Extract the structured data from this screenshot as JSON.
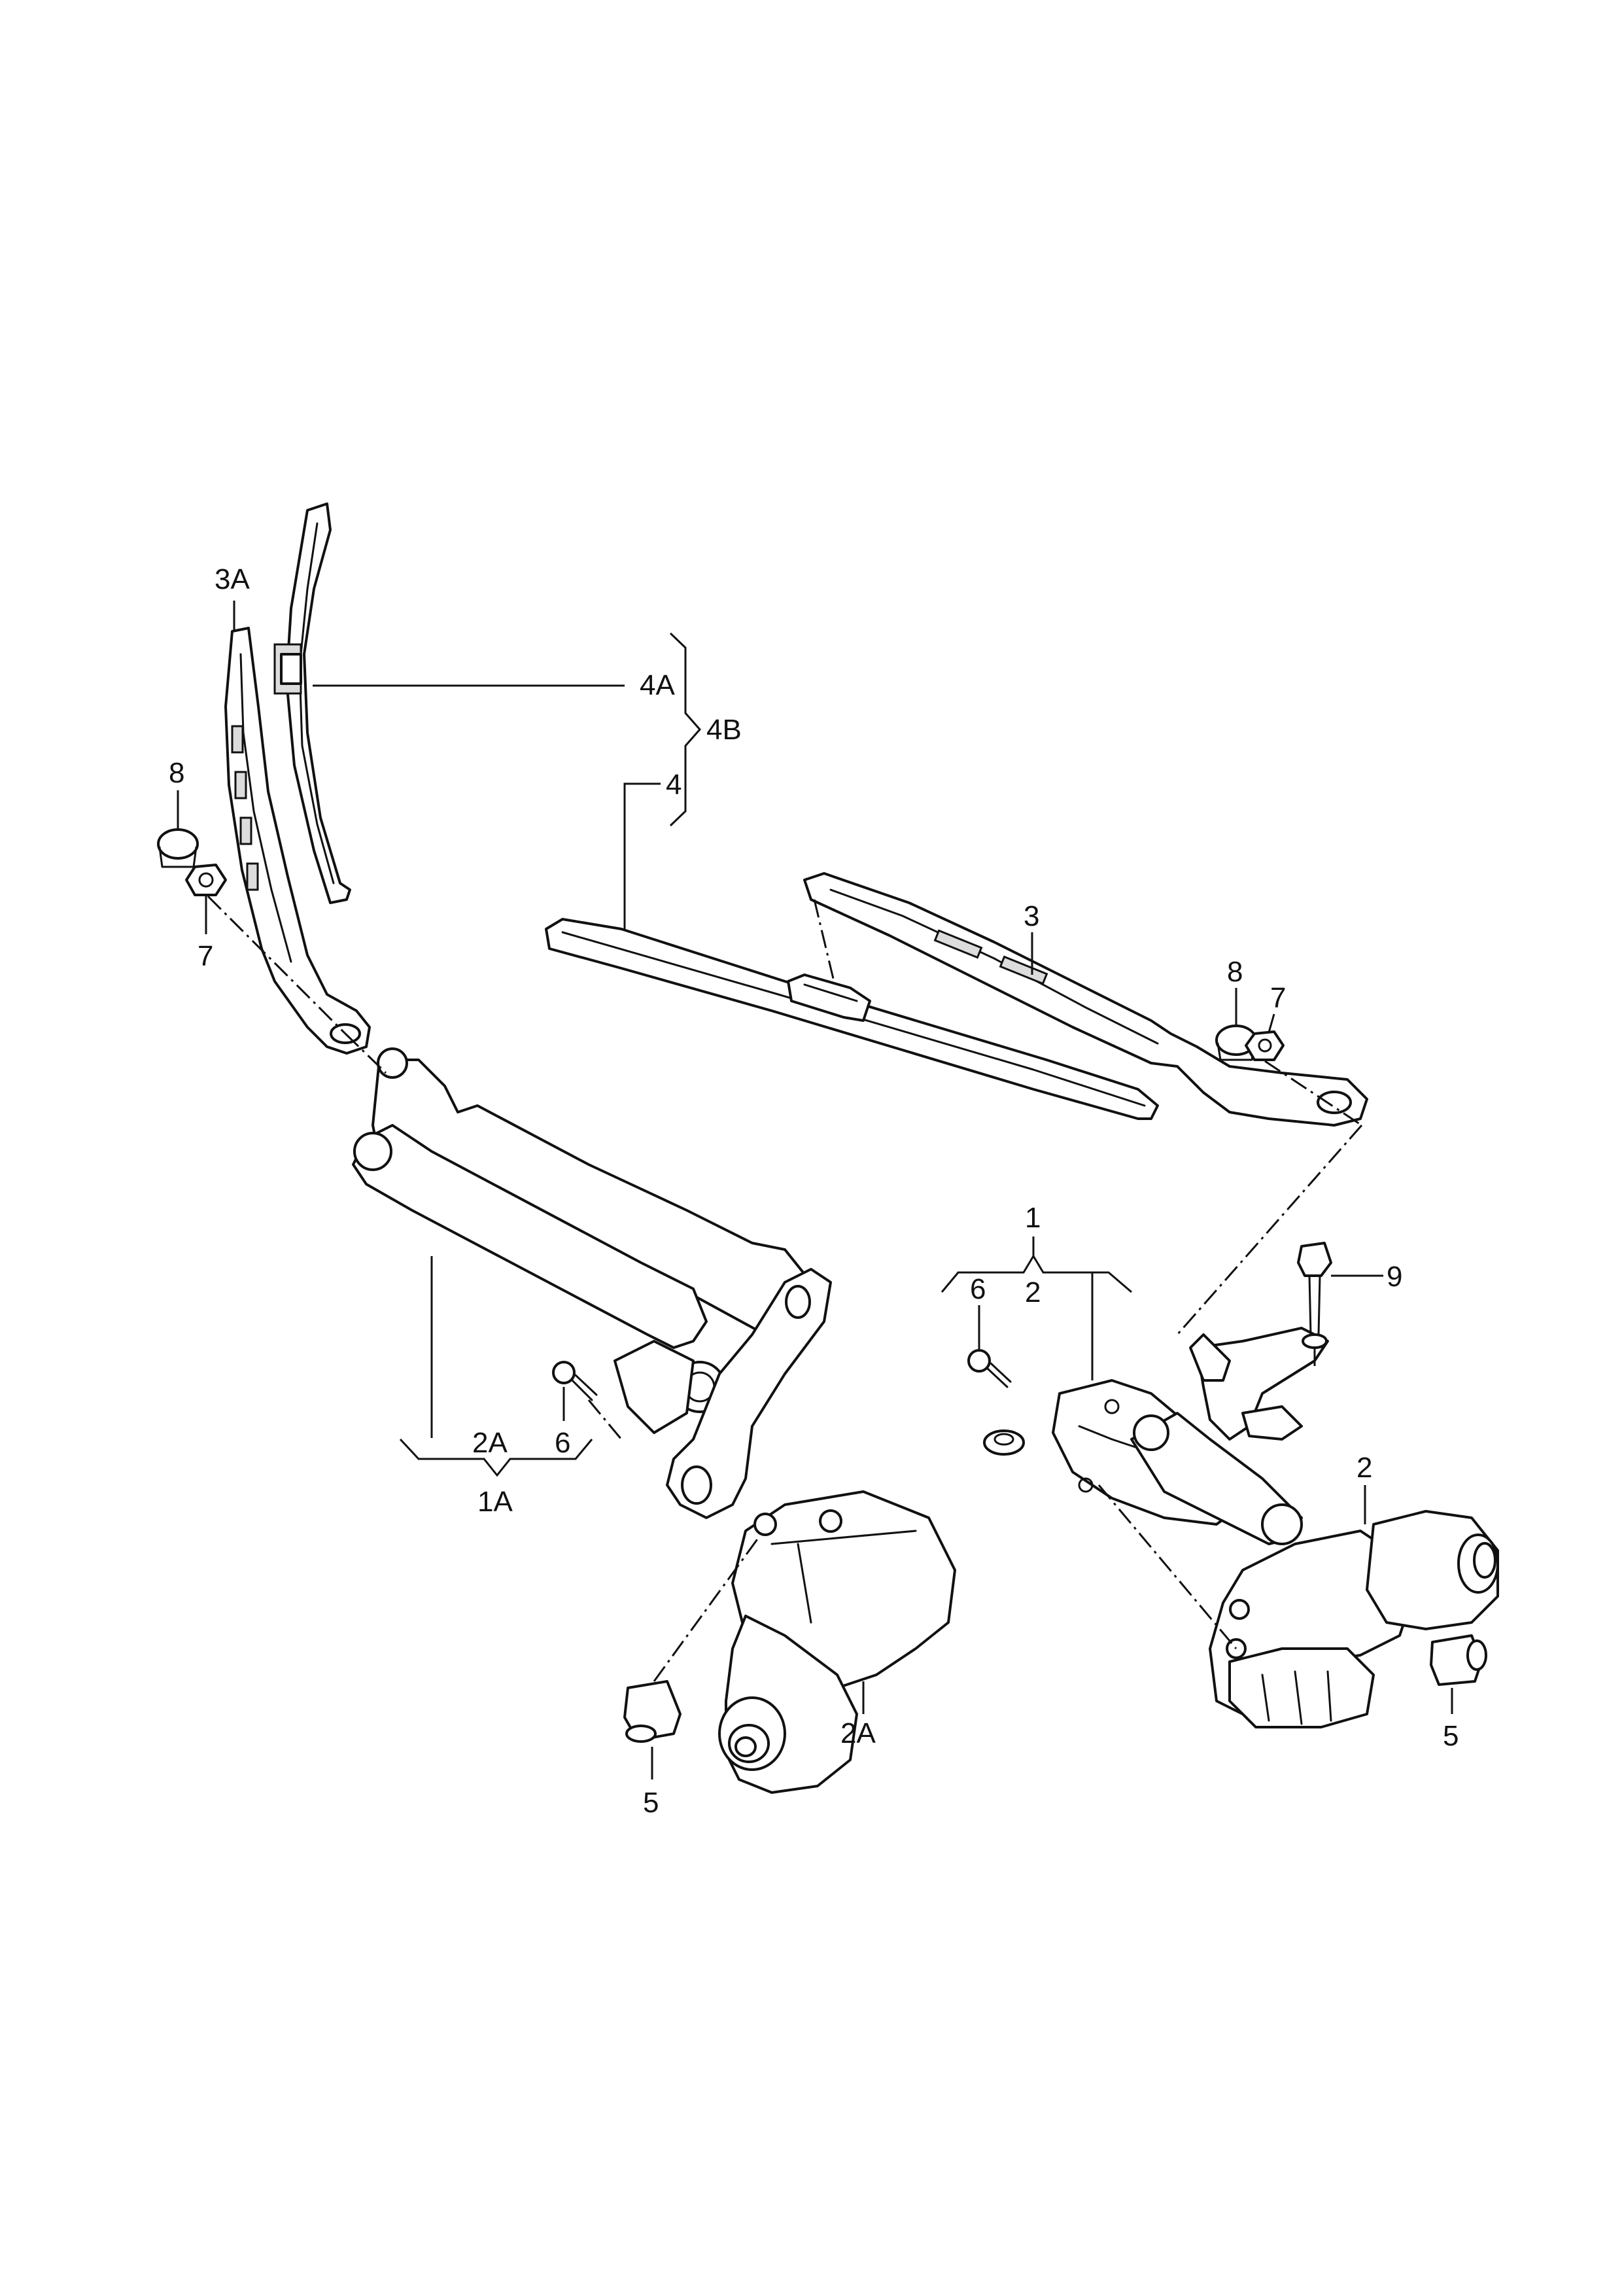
{
  "callouts": {
    "label_3A": "3A",
    "label_4A": "4A",
    "label_4B": "4B",
    "label_4": "4",
    "label_8_left": "8",
    "label_7_left": "7",
    "label_3": "3",
    "label_8_right": "8",
    "label_7_right": "7",
    "label_1": "1",
    "label_2_upper": "2",
    "label_6_right": "6",
    "label_9": "9",
    "label_2_motor": "2",
    "label_5_right": "5",
    "label_2A_upper": "2A",
    "label_6_left": "6",
    "label_1A": "1A",
    "label_2A_motor": "2A",
    "label_5_left": "5"
  },
  "icons": [
    "wiper-blade-icon",
    "wiper-arm-icon",
    "cap-icon",
    "nut-icon",
    "wiper-linkage-icon",
    "wiper-motor-icon",
    "bolt-icon",
    "grommet-icon"
  ]
}
